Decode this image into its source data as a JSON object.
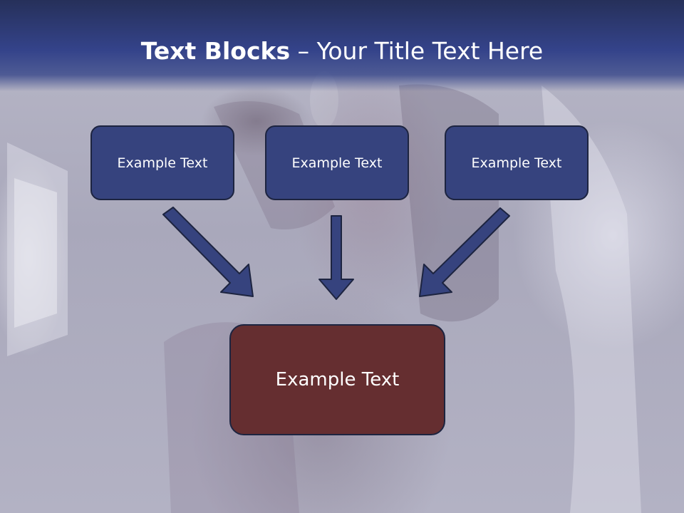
{
  "slide": {
    "title_bold": "Text Blocks",
    "title_dash": " – ",
    "title_rest": "Your Title Text Here"
  },
  "blocks": {
    "top": [
      "Example Text",
      "Example Text",
      "Example Text"
    ],
    "bottom": "Example Text"
  },
  "colors": {
    "title_bar": "#34438a",
    "block_fill": "#36437e",
    "main_block_fill": "#652e30",
    "arrow_fill": "#36437e",
    "outline": "#1d2440"
  }
}
